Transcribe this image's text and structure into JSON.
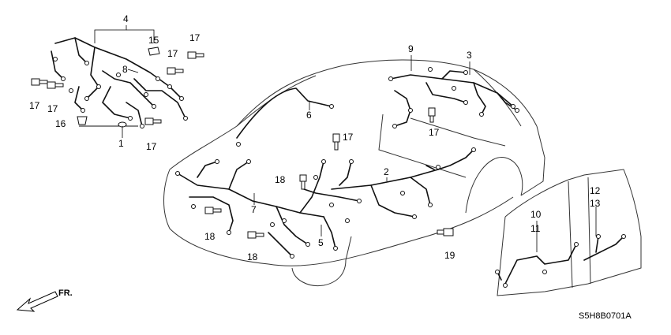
{
  "callouts": {
    "c1": "1",
    "c2": "2",
    "c3": "3",
    "c4": "4",
    "c5": "5",
    "c6": "6",
    "c7": "7",
    "c8": "8",
    "c9": "9",
    "c10": "10",
    "c11": "11",
    "c12": "12",
    "c13": "13",
    "c15": "15",
    "c16": "16",
    "c17a": "17",
    "c17b": "17",
    "c17c": "17",
    "c17d": "17",
    "c17e": "17",
    "c17f": "17",
    "c17g": "17",
    "c18a": "18",
    "c18b": "18",
    "c18c": "18",
    "c19": "19"
  },
  "front_indicator": "FR.",
  "diagram_code": "S5H8B0701A"
}
